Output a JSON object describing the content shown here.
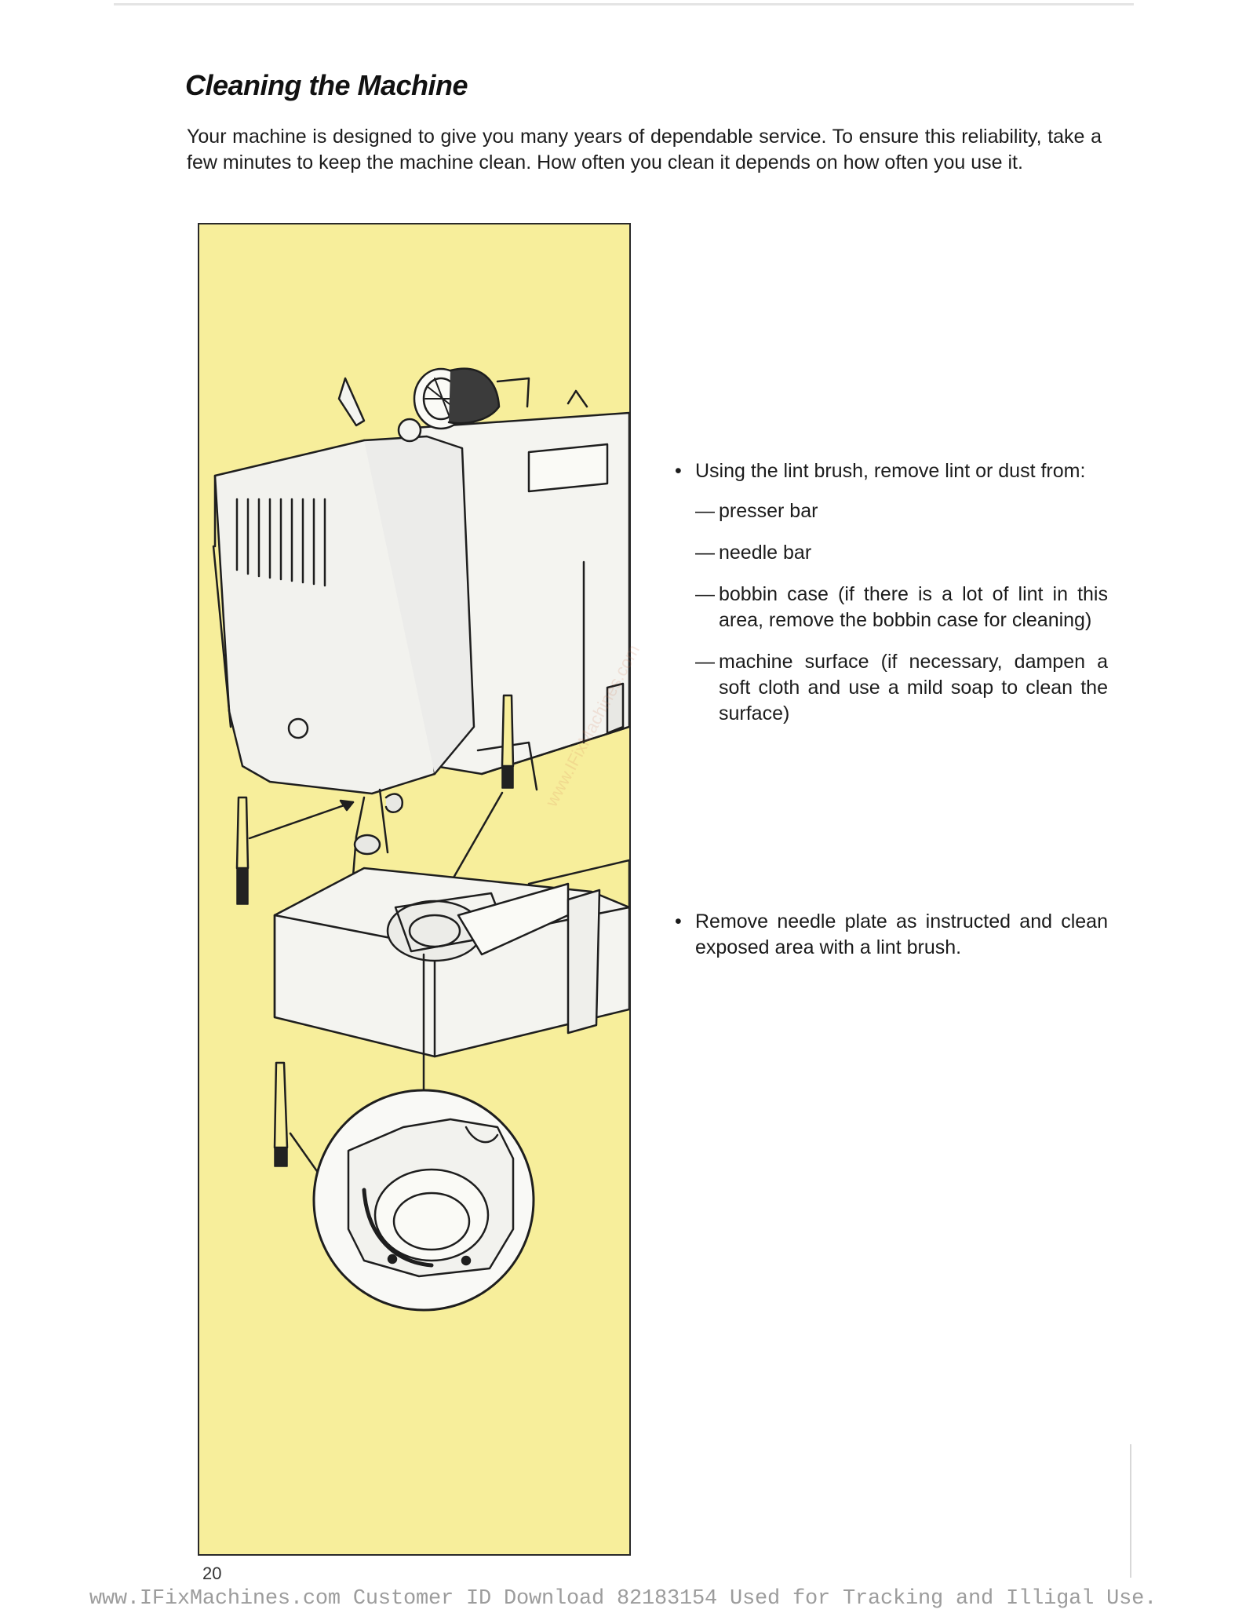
{
  "page": {
    "title": "Cleaning the Machine",
    "intro": "Your machine is designed to give you many years of dependable service. To ensure this reliability, take a few minutes to keep the machine clean. How often you clean it depends on how often you use it.",
    "page_number": "20",
    "diagonal_watermark": "www.IFixMachines.com"
  },
  "instructions": {
    "bullet_1": {
      "text": "Using the lint brush, remove lint or dust from:",
      "items": [
        "presser bar",
        "needle bar",
        "bobbin case (if there is a lot of lint in this area, remove the bobbin case for cleaning)",
        "machine surface (if necessary, dampen a soft cloth and use a mild soap to clean the surface)"
      ]
    },
    "bullet_2": {
      "text": "Remove needle plate as instructed and clean exposed area with a lint brush."
    }
  },
  "footer": {
    "watermark": "www.IFixMachines.com Customer ID Download 82183154 Used for Tracking and Illigal Use."
  },
  "colors": {
    "panel_background": "#f7ee9b",
    "text": "#1c1c1c",
    "footer_text": "#9c9c9c"
  }
}
